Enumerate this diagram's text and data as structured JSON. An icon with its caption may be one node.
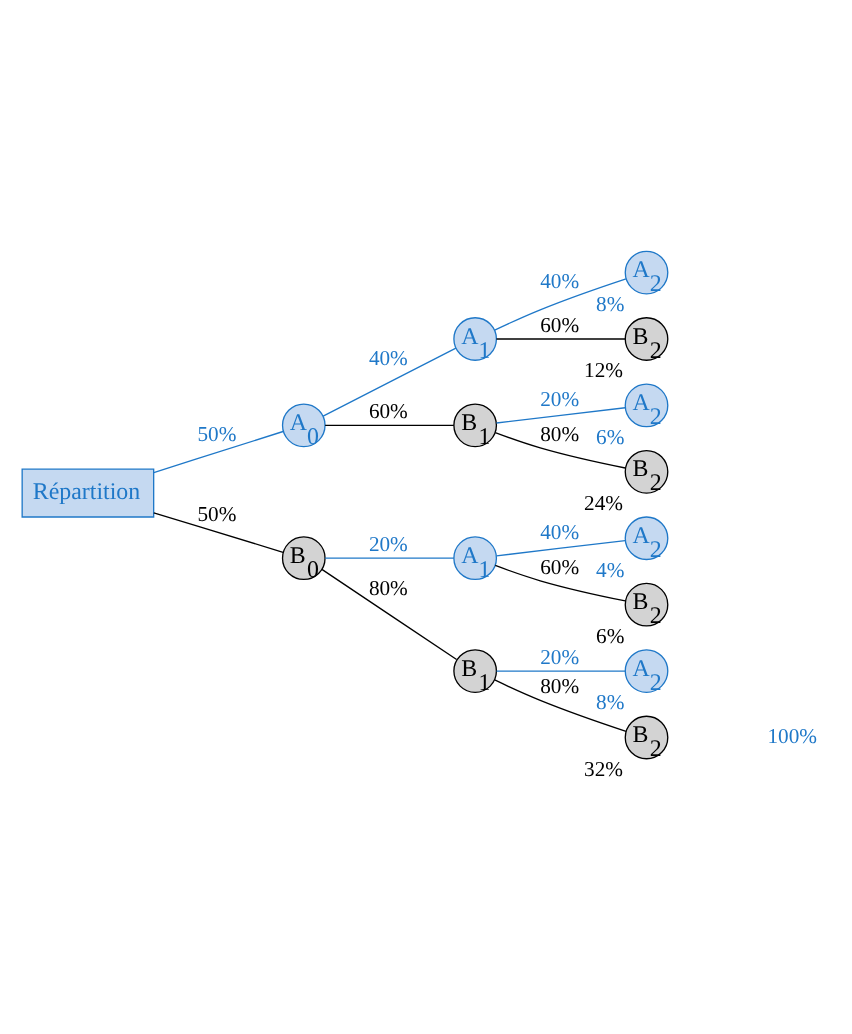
{
  "diagram": {
    "nodes": [
      {
        "text": [
          "Répartition"
        ]
      },
      {
        "text": [
          "A$_{0}$"
        ]
      },
      {
        "text": [
          "B$_{0}$"
        ]
      },
      {
        "text": [
          "A$_{1}$"
        ]
      },
      {
        "text": [
          "B$_{1}$"
        ]
      },
      {
        "text": [
          "A$_{1}$"
        ]
      },
      {
        "text": [
          "B$_{1}$"
        ]
      },
      {
        "text": [
          "A$_{2}$"
        ],
        "beside": [
          "8%"
        ]
      },
      {
        "text": [
          "B$_{2}$"
        ],
        "beside": [
          "12%"
        ]
      },
      {
        "text": [
          "A$_{2}$"
        ],
        "beside": [
          "6%"
        ]
      },
      {
        "text": [
          "B$_{2}$"
        ],
        "beside": [
          "24%"
        ]
      },
      {
        "text": [
          "A$_{2}$"
        ],
        "beside": [
          "4%"
        ]
      },
      {
        "text": [
          "B$_{2}$"
        ],
        "beside": [
          "6%"
        ]
      },
      {
        "text": [
          "A$_{2}$"
        ],
        "beside": [
          "8%"
        ]
      },
      {
        "text": [
          "B$_{2}$"
        ],
        "beside": [
          "32%"
        ]
      }
    ],
    "edges": [
      {
        "from": 0,
        "to": 1,
        "arrow": "none",
        "label": "50%",
        "color": "#1f78c8"
      },
      {
        "from": 0,
        "to": 2,
        "arrow": "none",
        "label": "50%",
        "color": "#000000"
      },
      {
        "from": 1,
        "to": 3,
        "arrow": "none",
        "label": "40%",
        "color": "#1f78c8"
      },
      {
        "from": 1,
        "to": 4,
        "arrow": "none",
        "label": "60%",
        "color": "#000000"
      },
      {
        "from": 2,
        "to": 5,
        "arrow": "none",
        "label": "20%",
        "color": "#1f78c8"
      },
      {
        "from": 2,
        "to": 6,
        "arrow": "none",
        "label": "80%",
        "color": "#000000"
      },
      {
        "from": 3,
        "to": 7,
        "arrow": "none",
        "label": "40%",
        "color": "#1f78c8"
      },
      {
        "from": 3,
        "to": 8,
        "arrow": "none",
        "label": "60%",
        "color": "#000000"
      },
      {
        "from": 4,
        "to": 9,
        "arrow": "none",
        "label": "20%",
        "color": "#1f78c8"
      },
      {
        "from": 4,
        "to": 10,
        "arrow": "none",
        "label": "80%",
        "color": "#000000"
      },
      {
        "from": 5,
        "to": 11,
        "arrow": "none",
        "label": "40%",
        "color": "#1f78c8"
      },
      {
        "from": 5,
        "to": 12,
        "arrow": "none",
        "label": "60%",
        "color": "#000000"
      },
      {
        "from": 6,
        "to": 13,
        "arrow": "none",
        "label": "20%",
        "color": "#1f78c8"
      },
      {
        "from": 6,
        "to": 14,
        "arrow": "none",
        "label": "80%",
        "color": "#000000"
      }
    ],
    "labels": [
      "100%"
    ]
  }
}
